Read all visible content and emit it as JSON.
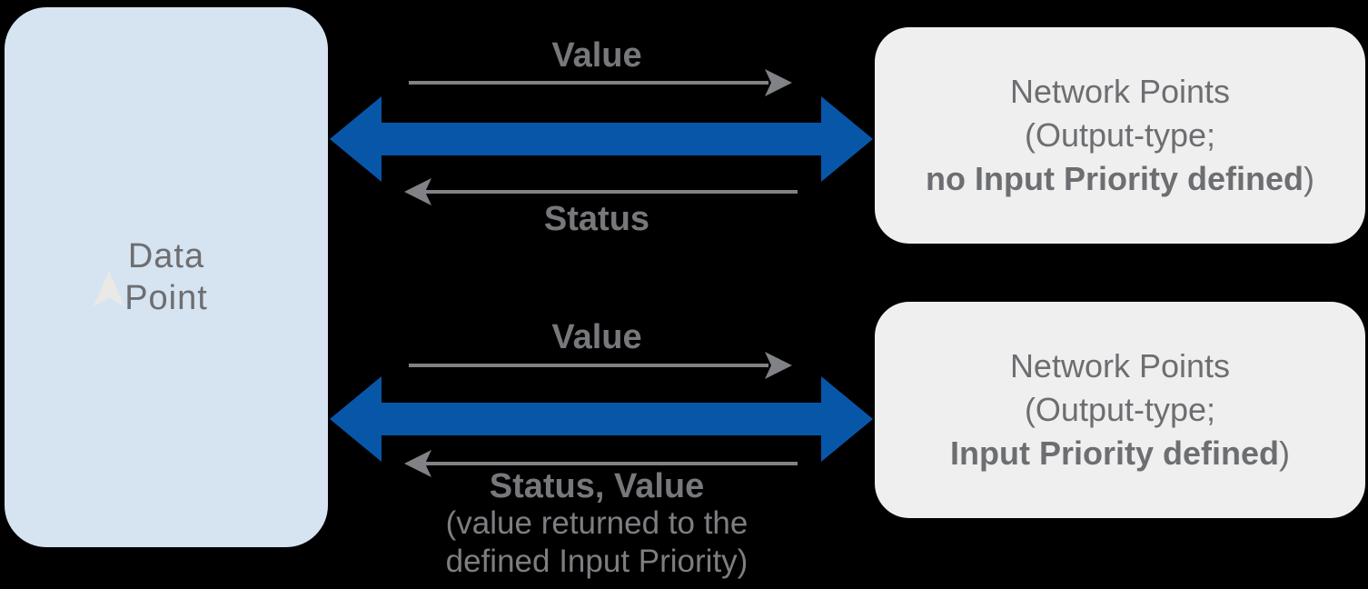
{
  "colors": {
    "background": "#000000",
    "left_box_fill": "#d6e4f1",
    "right_box_fill": "#efefef",
    "arrow_blue": "#0856a8",
    "arrow_gray": "#808285",
    "text_gray": "#6d6e71",
    "label_gray": "#77787b",
    "note_gray": "#7d7e81",
    "cursor_icon": "#ece9e4"
  },
  "icons": {
    "data_point_marker": "navigation-arrow-up-icon"
  },
  "data_point_box": {
    "lines": [
      "Data",
      "Point"
    ]
  },
  "network_box_top": {
    "line1": "Network Points",
    "line2": "(Output-type;",
    "line3_bold": "no Input Priority defined",
    "line3_suffix": ")"
  },
  "network_box_bottom": {
    "line1": "Network Points",
    "line2": "(Output-type;",
    "line3_bold": "Input Priority defined",
    "line3_suffix": ")"
  },
  "flow_top": {
    "forward_label": "Value",
    "return_label": "Status"
  },
  "flow_bottom": {
    "forward_label": "Value",
    "return_label": "Status, Value",
    "return_note_line1": "(value returned to the",
    "return_note_line2": "defined Input Priority)"
  }
}
